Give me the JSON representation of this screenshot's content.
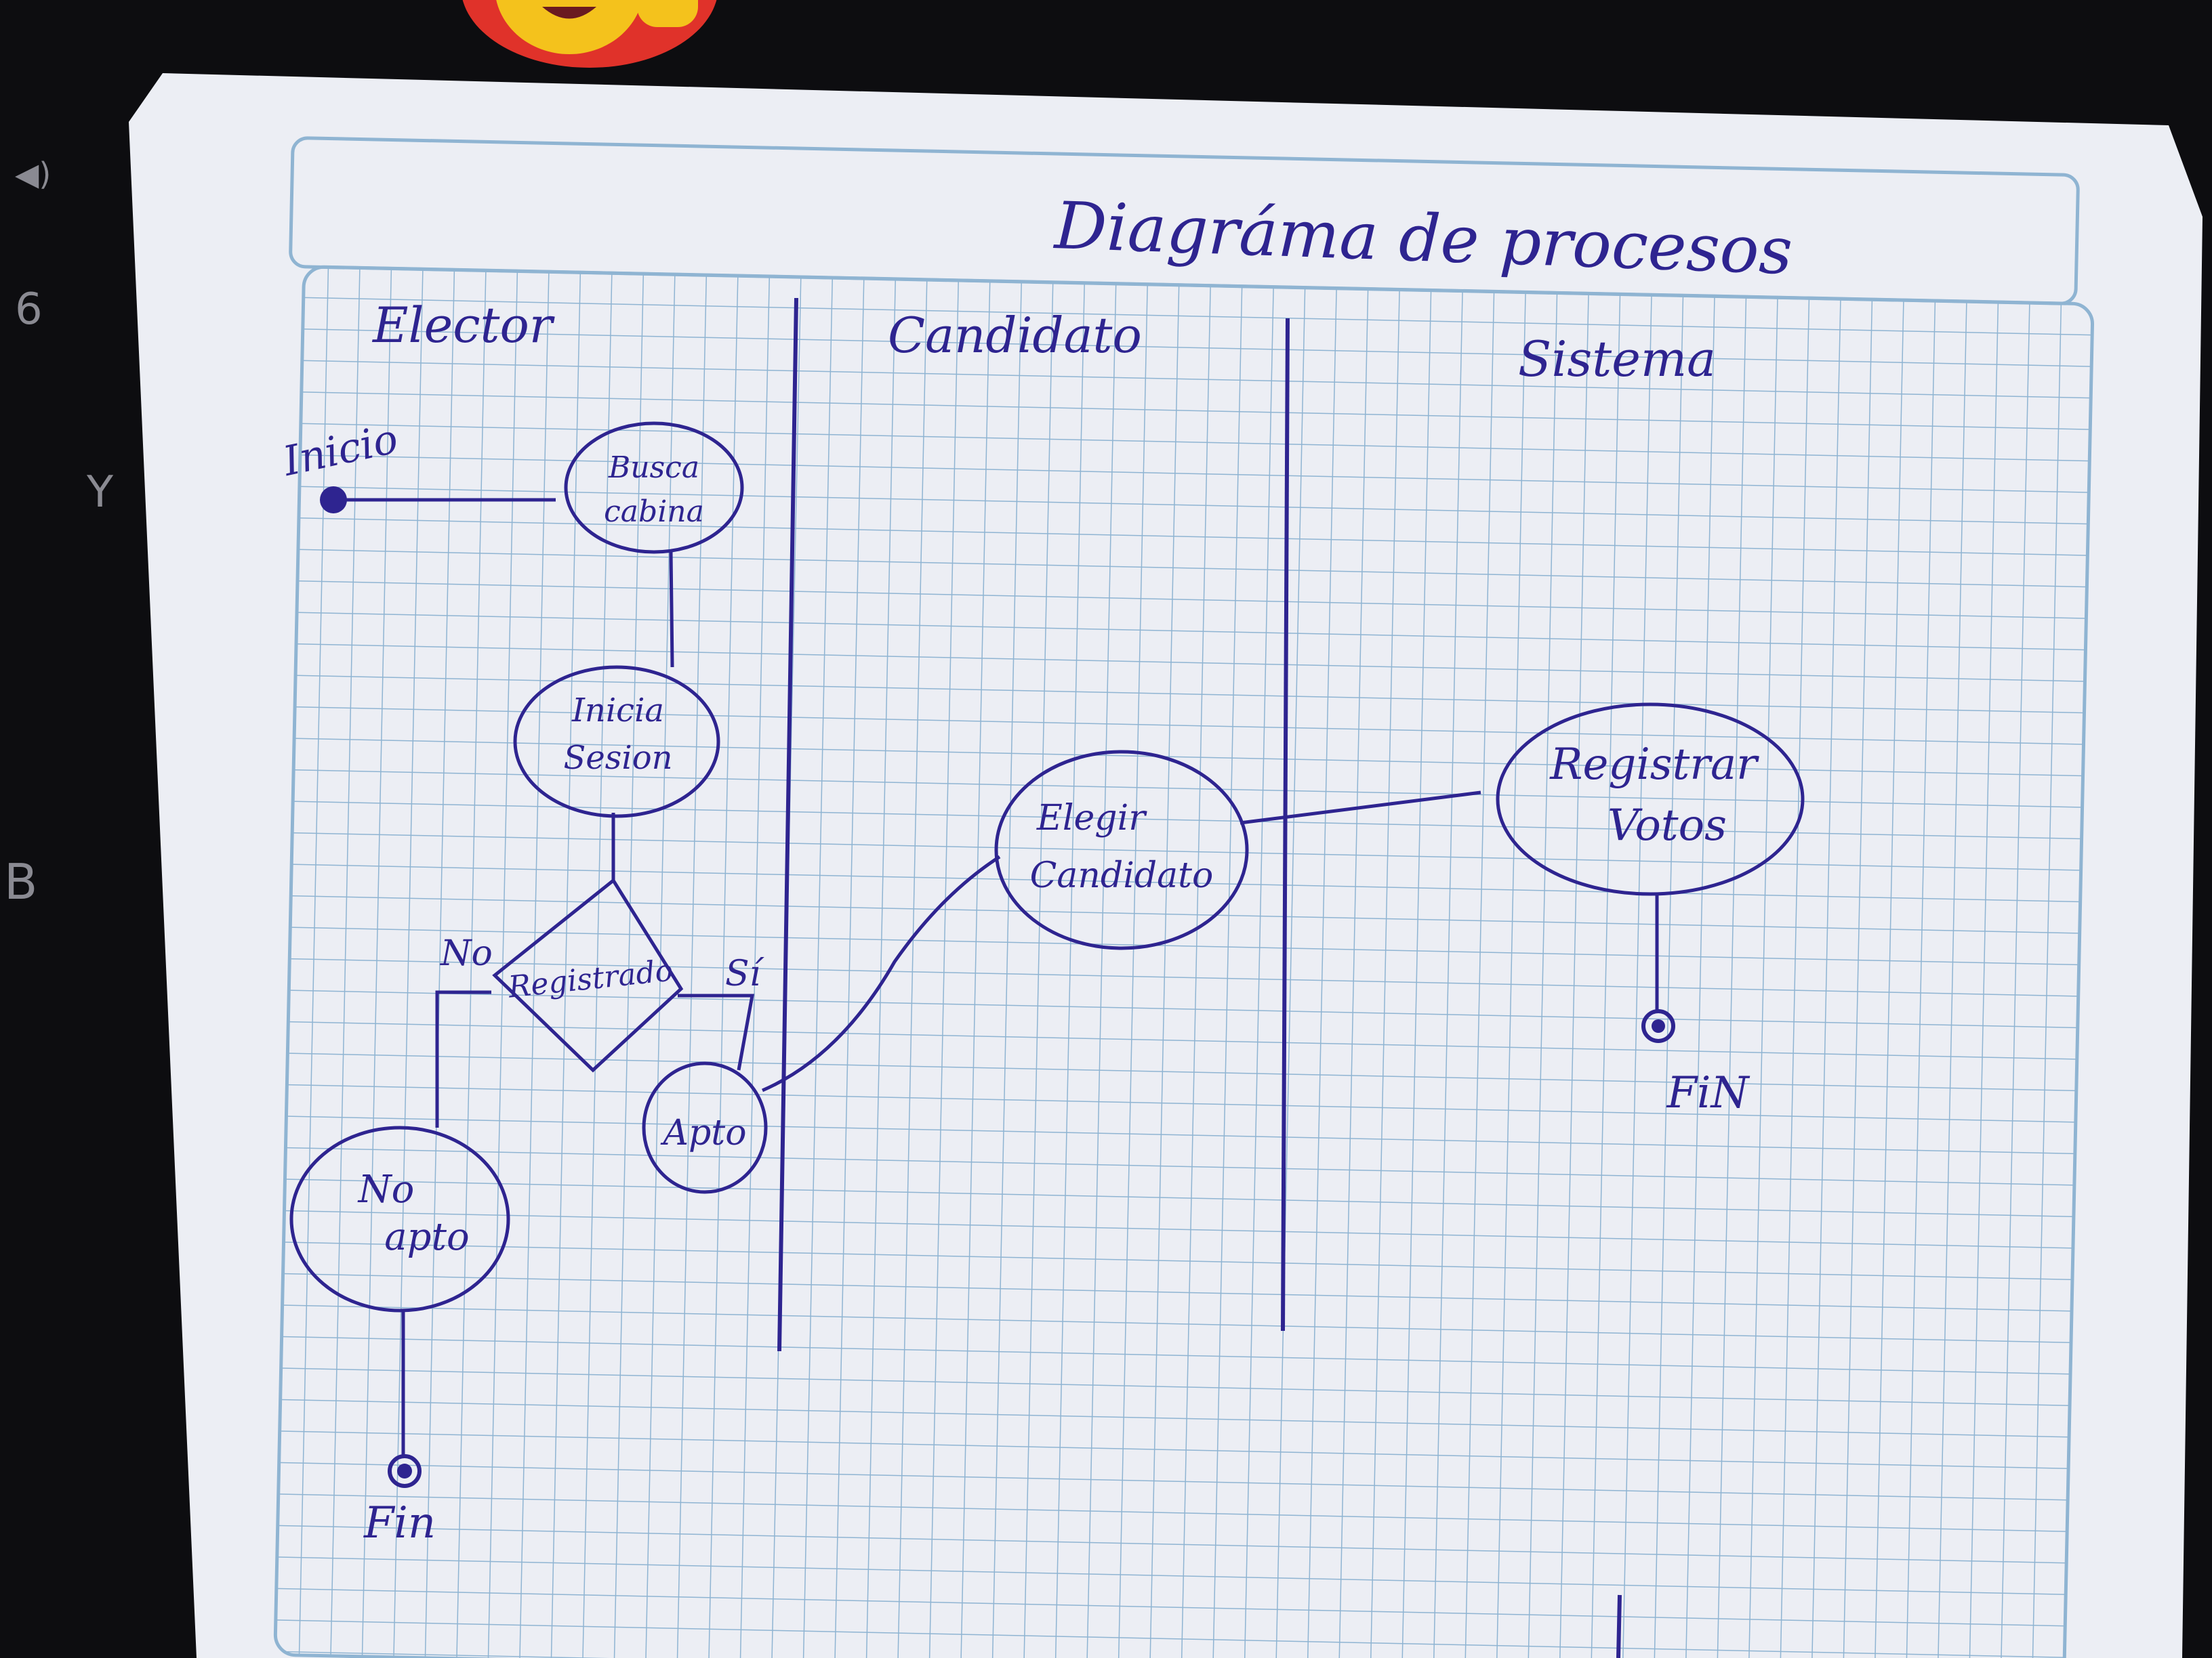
{
  "title": "Diagráma de procesos",
  "background_keys": [
    "6",
    "Y",
    "B"
  ],
  "lanes": [
    {
      "id": "elector",
      "label": "Elector"
    },
    {
      "id": "candidato",
      "label": "Candidato"
    },
    {
      "id": "sistema",
      "label": "Sistema"
    }
  ],
  "nodes": {
    "inicio": {
      "label": "Inicio",
      "type": "start"
    },
    "busca_cabina": {
      "line1": "Busca",
      "line2": "cabina",
      "type": "process"
    },
    "inicia_sesion": {
      "line1": "Inicia",
      "line2": "Sesion",
      "type": "process"
    },
    "registrado": {
      "label": "Registrado",
      "type": "decision"
    },
    "apto": {
      "label": "Apto",
      "type": "process"
    },
    "no_apto": {
      "line1": "No",
      "line2": "apto",
      "type": "process"
    },
    "elegir_candidato": {
      "line1": "Elegir",
      "line2": "Candidato",
      "type": "process"
    },
    "registrar_votos": {
      "line1": "Registrar",
      "line2": "Votos",
      "type": "process"
    },
    "fin_elector": {
      "label": "Fin",
      "type": "end"
    },
    "fin_sistema": {
      "label": "FiN",
      "type": "end"
    }
  },
  "edge_labels": {
    "no": "No",
    "si": "Sí"
  },
  "colors": {
    "ink": "#2e2490",
    "grid": "#8fb4d2",
    "paper": "#eceef4",
    "desk": "#0d0d10"
  }
}
